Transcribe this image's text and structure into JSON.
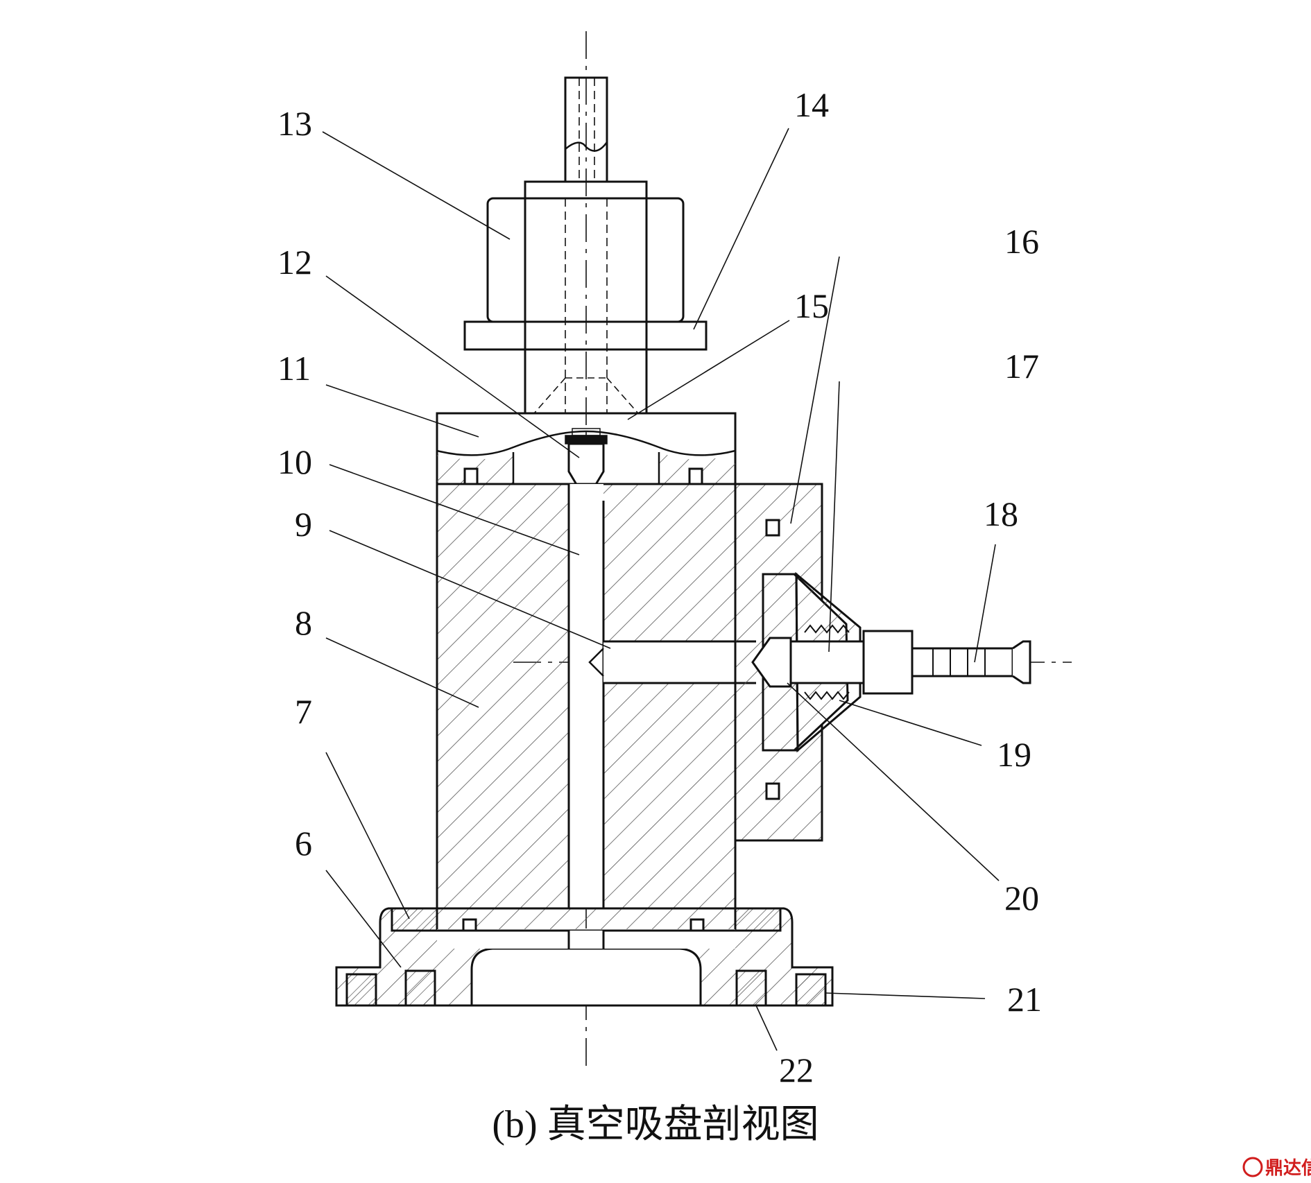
{
  "caption": "(b) 真空吸盘剖视图",
  "watermark": "鼎达信",
  "labels": [
    "13",
    "14",
    "12",
    "15",
    "16",
    "11",
    "17",
    "10",
    "18",
    "9",
    "8",
    "19",
    "7",
    "20",
    "6",
    "21",
    "22"
  ],
  "colors": {
    "line": "#111111",
    "hatch": "#555555",
    "watermark": "#d11d1d"
  }
}
